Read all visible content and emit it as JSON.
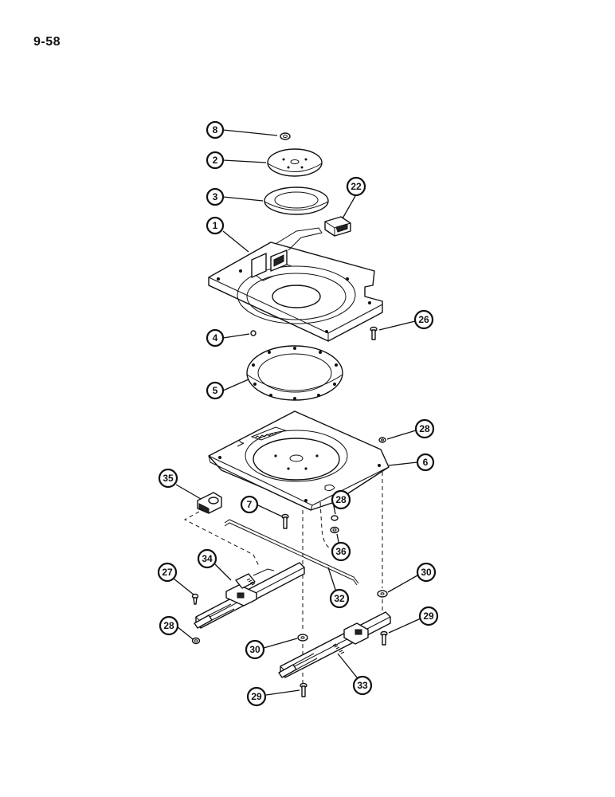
{
  "page": {
    "number": "9-58"
  },
  "callouts": [
    {
      "id": "c8",
      "label": "8"
    },
    {
      "id": "c2",
      "label": "2"
    },
    {
      "id": "c3",
      "label": "3"
    },
    {
      "id": "c22",
      "label": "22"
    },
    {
      "id": "c1",
      "label": "1"
    },
    {
      "id": "c26",
      "label": "26"
    },
    {
      "id": "c4",
      "label": "4"
    },
    {
      "id": "c5",
      "label": "5"
    },
    {
      "id": "c28a",
      "label": "28"
    },
    {
      "id": "c6",
      "label": "6"
    },
    {
      "id": "c35",
      "label": "35"
    },
    {
      "id": "c7",
      "label": "7"
    },
    {
      "id": "c28b",
      "label": "28"
    },
    {
      "id": "c36",
      "label": "36"
    },
    {
      "id": "c34",
      "label": "34"
    },
    {
      "id": "c27",
      "label": "27"
    },
    {
      "id": "c30a",
      "label": "30"
    },
    {
      "id": "c32",
      "label": "32"
    },
    {
      "id": "c29a",
      "label": "29"
    },
    {
      "id": "c28c",
      "label": "28"
    },
    {
      "id": "c30b",
      "label": "30"
    },
    {
      "id": "c33",
      "label": "33"
    },
    {
      "id": "c29b",
      "label": "29"
    }
  ]
}
